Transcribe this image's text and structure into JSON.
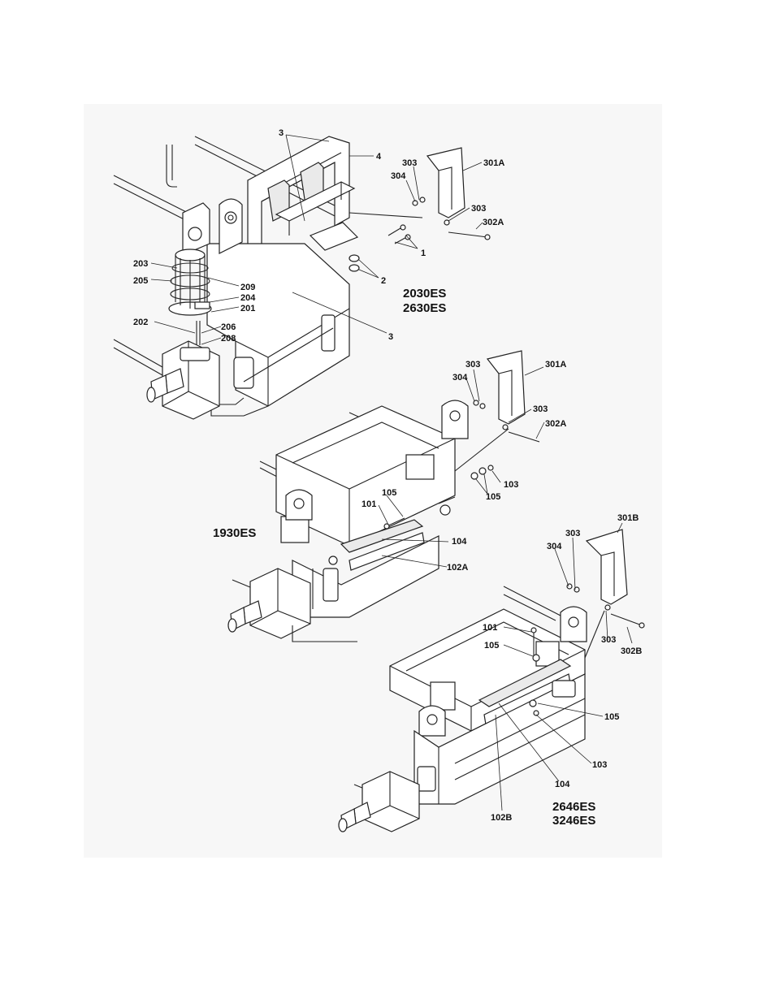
{
  "models": {
    "upper": [
      "2030ES",
      "2630ES"
    ],
    "middle": "1930ES",
    "lower": [
      "2646ES",
      "3246ES"
    ]
  },
  "callouts": {
    "upper": [
      "3",
      "4",
      "303",
      "301A",
      "304",
      "303",
      "302A",
      "1",
      "2",
      "203",
      "205",
      "209",
      "204",
      "201",
      "202",
      "206",
      "208",
      "3"
    ],
    "middle": [
      "303",
      "301A",
      "304",
      "303",
      "302A",
      "103",
      "105",
      "105",
      "101",
      "104",
      "102A"
    ],
    "lower": [
      "301B",
      "303",
      "304",
      "101",
      "105",
      "303",
      "302B",
      "105",
      "103",
      "104",
      "102B"
    ]
  }
}
